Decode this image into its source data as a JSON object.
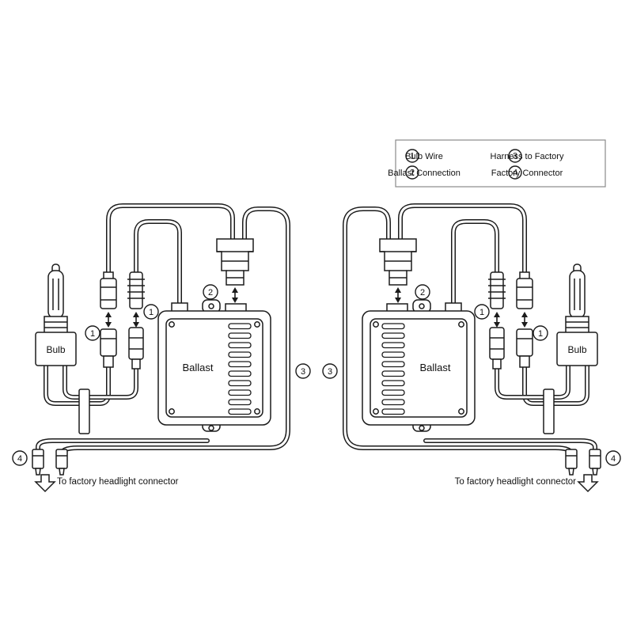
{
  "legend": {
    "items": [
      {
        "num": "1",
        "label": "Bulb Wire"
      },
      {
        "num": "2",
        "label": "Ballast Connection"
      },
      {
        "num": "3",
        "label": "Harness to Factory"
      },
      {
        "num": "4",
        "label": "Factory Connector"
      }
    ]
  },
  "diagram": {
    "ballast_label": "Ballast",
    "bulb_label": "Bulb",
    "factory_note": "To factory headlight connector"
  },
  "colors": {
    "line": "#1b1b1b",
    "background": "#ffffff",
    "legend_border": "#8a8a8a"
  }
}
